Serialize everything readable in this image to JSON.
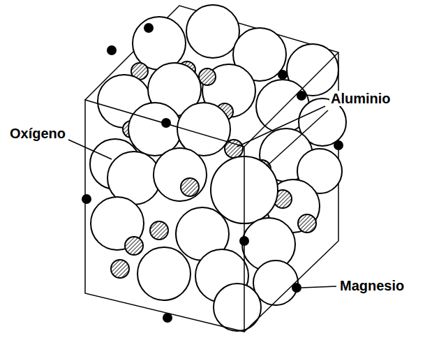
{
  "diagram": {
    "labels": [
      "Oxígeno",
      "Aluminio",
      "Magnesio"
    ]
  }
}
